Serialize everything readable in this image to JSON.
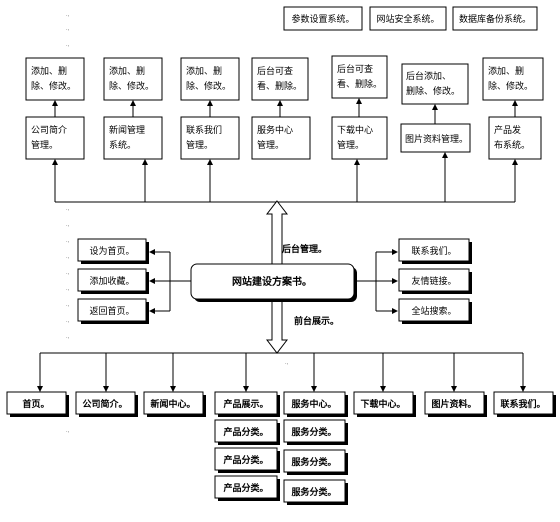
{
  "top_bar": {
    "param_settings": "参数设置系统。",
    "site_security": "网站安全系统。",
    "db_backup": "数据库备份系统。"
  },
  "backend_actions": [
    [
      "添加、删",
      "除、修改。"
    ],
    [
      "添加、删",
      "除、修改。"
    ],
    [
      "添加、删",
      "除、修改。"
    ],
    [
      "后台可查",
      "看、删除。"
    ],
    [
      "后台可查",
      "看、删除。"
    ],
    [
      "后台添加、",
      "删除、修改。"
    ],
    [
      "添加、删",
      "除、修改。"
    ]
  ],
  "backend_modules": [
    [
      "公司简介",
      "管理。"
    ],
    [
      "新闻管理",
      "系统。"
    ],
    [
      "联系我们",
      "管理。"
    ],
    [
      "服务中心",
      "管理。"
    ],
    [
      "下载中心",
      "管理。"
    ],
    [
      "图片资料管理。"
    ],
    [
      "产品发",
      "布系统。"
    ]
  ],
  "center": {
    "title": "网站建设方案书。",
    "backend_label": "后台管理。",
    "frontend_label": "前台展示。"
  },
  "left_functions": [
    "设为首页。",
    "添加收藏。",
    "返回首页。"
  ],
  "right_functions": [
    "联系我们。",
    "友情链接。",
    "全站搜索。"
  ],
  "front_nav": [
    "首页。",
    "公司简介。",
    "新闻中心。",
    "产品展示。",
    "服务中心。",
    "下载中心。",
    "图片资料。",
    "联系我们。"
  ],
  "product_categories": [
    "产品分类。",
    "产品分类。",
    "产品分类。"
  ],
  "service_categories": [
    "服务分类。",
    "服务分类。",
    "服务分类。"
  ]
}
